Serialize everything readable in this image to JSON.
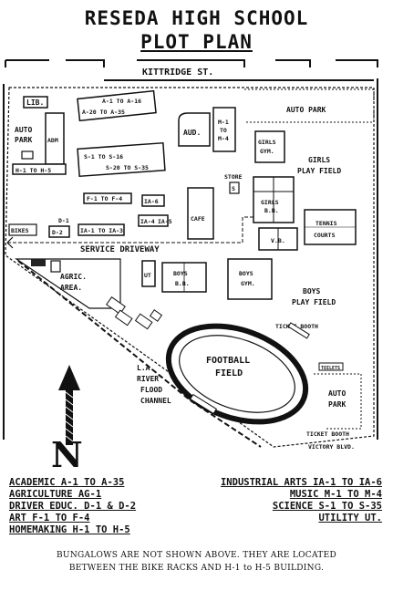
{
  "title": {
    "line1": "RESEDA HIGH SCHOOL",
    "line2": "PLOT PLAN"
  },
  "streets": {
    "kittridge": "KITTRIDGE ST.",
    "victory": "VICTORY BLVD."
  },
  "labels": {
    "lib": "LIB.",
    "auto_park_left_1": "AUTO",
    "auto_park_left_2": "PARK",
    "adm": "ADM",
    "h_building": "H-1 TO H-5",
    "a_building_1": "A-1 TO A-16",
    "a_building_2": "A-20 TO A-35",
    "aud": "AUD.",
    "m_building_1": "M-1",
    "m_building_2": "TO",
    "m_building_3": "M-4",
    "auto_park_top": "AUTO PARK",
    "girls_gym_1": "GIRLS",
    "girls_gym_2": "GYM.",
    "girls_field_1": "GIRLS",
    "girls_field_2": "PLAY FIELD",
    "s_building_1": "S-1 TO S-16",
    "s_building_2": "S-20 TO S-35",
    "store": "STORE",
    "store_s": "S",
    "f_building": "F-1 TO F-4",
    "ia6": "IA-6",
    "ia4": "IA-4",
    "ia5": "IA-5",
    "cafe": "CAFE",
    "girls_bb_1": "GIRLS",
    "girls_bb_2": "B.B.",
    "vb": "V.B.",
    "tennis_1": "TENNIS",
    "tennis_2": "COURTS",
    "d1": "D-1",
    "d2": "D-2",
    "ia1": "IA-1 TO IA-3",
    "bikes": "BIKES",
    "service_driveway": "SERVICE DRIVEWAY",
    "agric_1": "AGRIC.",
    "agric_2": "AREA.",
    "ut": "UT",
    "boys_bb_1": "BOYS",
    "boys_bb_2": "B.B.",
    "boys_gym_1": "BOYS",
    "boys_gym_2": "GYM.",
    "boys_field_1": "BOYS",
    "boys_field_2": "PLAY FIELD",
    "ticket_booth_1": "TICKET BOOTH",
    "football_1": "FOOTBALL",
    "football_2": "FIELD",
    "la_river_1": "L.A.",
    "la_river_2": "RIVER",
    "la_river_3": "FLOOD",
    "la_river_4": "CHANNEL",
    "toilets": "TOILETS",
    "auto_park_right_1": "AUTO",
    "auto_park_right_2": "PARK",
    "ticket_booth_2": "TICKET BOOTH",
    "north": "N"
  },
  "legend": {
    "academic": "ACADEMIC A-1 TO A-35",
    "agriculture": "AGRICULTURE AG-1",
    "driver": "DRIVER EDUC. D-1 & D-2",
    "art": "ART F-1 TO F-4",
    "homemaking": "HOMEMAKING H-1 TO H-5",
    "industrial": "INDUSTRIAL ARTS IA-1 TO IA-6",
    "music": "MUSIC M-1 TO M-4",
    "science": "SCIENCE S-1 TO S-35",
    "utility": "UTILITY UT."
  },
  "note": {
    "line1": "BUNGALOWS ARE NOT SHOWN ABOVE. THEY ARE LOCATED",
    "line2": "BETWEEN THE BIKE RACKS AND H-1 to H-5 BUILDING."
  }
}
